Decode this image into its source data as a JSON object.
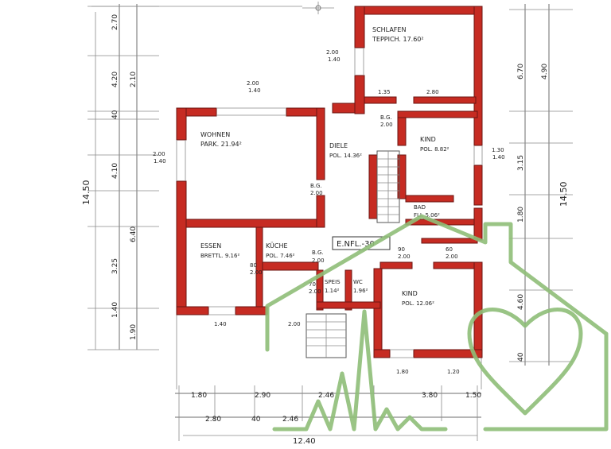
{
  "plan": {
    "rooms": {
      "schlafen_name": "SCHLAFEN",
      "schlafen_area": "TEPPICH. 17.60²",
      "wohnen_name": "WOHNEN",
      "wohnen_area": "PARK. 21.94²",
      "diele_name": "DIELE",
      "diele_area": "POL. 14.36²",
      "kind1_name": "KIND",
      "kind1_area": "POL. 8.82²",
      "bad_name": "BAD",
      "bad_area": "FLI. 5.06²",
      "essen_name": "ESSEN",
      "essen_area": "BRETTL. 9.16²",
      "kueche_name": "KÜCHE",
      "kueche_area": "POL. 7.46²",
      "spl_name": "SPEIS",
      "spl_area": "1.14²",
      "wc_name": "WC",
      "wc_area": "1.96²",
      "kind2_name": "KIND",
      "kind2_area": "POL. 12.06²",
      "level_label": "E.NFL.-30"
    },
    "window_marks": {
      "w1_top": "2.00",
      "w1_bot": "1.40",
      "w2_top": "2.00",
      "w2_bot": "1.40",
      "w3_top": "1.30",
      "w3_bot": "1.40",
      "w4_top": "2.00",
      "w4_bot": "1.40",
      "d1_top": "B.G.",
      "d1_bot": "2.00",
      "d2_top": "B.G.",
      "d2_bot": "2.00",
      "d3_top": "B.G.",
      "d3_bot": "2.00",
      "d4_top": "80",
      "d4_bot": "2.00",
      "d5_top": "70",
      "d5_bot": "2.00",
      "d6_top": "90",
      "d6_bot": "2.00",
      "d7_top": "60",
      "d7_bot": "2.00",
      "b_top": "1.35",
      "b_mid": "2.80",
      "x1": "1.40",
      "x2": "2.00",
      "x3": "1.80",
      "x4": "1.20"
    },
    "dims_left_outer": [
      "2.70",
      "4.20",
      "40",
      "2.10",
      "4.10",
      "6.40",
      "3.25",
      "1.40",
      "1.90"
    ],
    "dims_left_inner": [
      "14.50"
    ],
    "dims_right": [
      "6.70",
      "4.90",
      "3.15",
      "1.80",
      "4.60",
      "40",
      "14.50"
    ],
    "dims_bottom_row1": [
      "1.80",
      "2.90",
      "2.46",
      "3.80",
      "1.50"
    ],
    "dims_bottom_row2": [
      "2.80",
      "2.46",
      "40",
      "12.40"
    ]
  },
  "watermark_color": "#8fbe78",
  "wall_color": "#c62b22"
}
